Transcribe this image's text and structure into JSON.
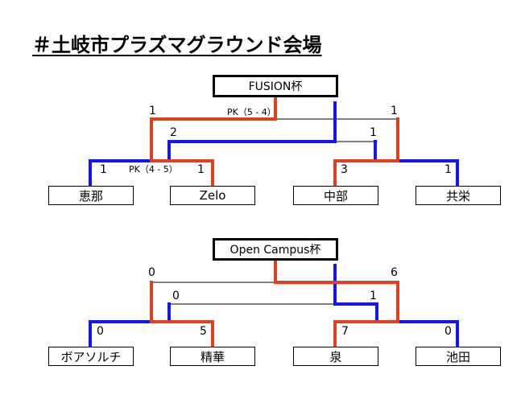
{
  "title": "＃土岐市プラズマグラウンド会場",
  "colors": {
    "red": "#e0401e",
    "blue": "#1414f5",
    "black": "#000000"
  },
  "brackets": [
    {
      "cup": "FUSION杯",
      "teams": [
        "恵那",
        "Zelo",
        "中部",
        "共栄"
      ],
      "first_round_scores": [
        "1",
        "1",
        "3",
        "1"
      ],
      "left_pk": "PK（4 - 5）",
      "semi_scores": [
        "2",
        "1"
      ],
      "final_scores": [
        "1",
        "1"
      ],
      "final_pk": "PK（5 - 4）"
    },
    {
      "cup": "Open Campus杯",
      "teams": [
        "ボアソルチ",
        "精華",
        "泉",
        "池田"
      ],
      "first_round_scores": [
        "0",
        "5",
        "7",
        "0"
      ],
      "semi_scores": [
        "0",
        "1"
      ],
      "final_scores": [
        "0",
        "6"
      ]
    }
  ]
}
